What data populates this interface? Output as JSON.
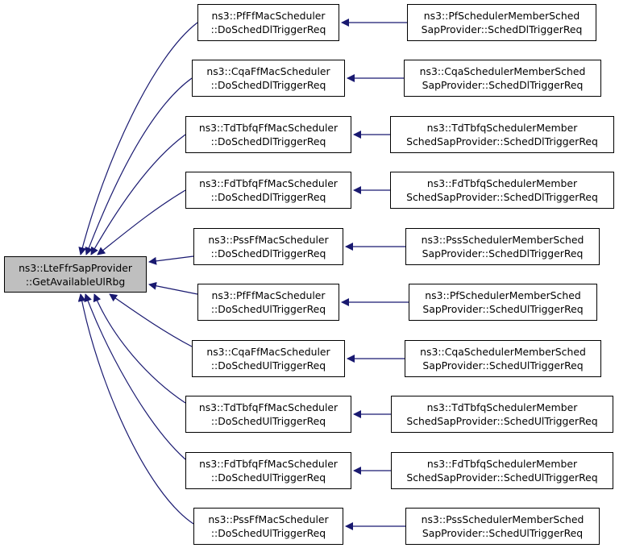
{
  "colors": {
    "edge": "#191970",
    "root_fill": "#bfbfbf",
    "node_fill": "#ffffff",
    "border": "#000000"
  },
  "root": {
    "line1": "ns3::LteFfrSapProvider",
    "line2": "::GetAvailableUlRbg"
  },
  "callers": [
    {
      "line1": "ns3::PfFfMacScheduler",
      "line2": "::DoSchedDlTriggerReq"
    },
    {
      "line1": "ns3::CqaFfMacScheduler",
      "line2": "::DoSchedDlTriggerReq"
    },
    {
      "line1": "ns3::TdTbfqFfMacScheduler",
      "line2": "::DoSchedDlTriggerReq"
    },
    {
      "line1": "ns3::FdTbfqFfMacScheduler",
      "line2": "::DoSchedDlTriggerReq"
    },
    {
      "line1": "ns3::PssFfMacScheduler",
      "line2": "::DoSchedDlTriggerReq"
    },
    {
      "line1": "ns3::PfFfMacScheduler",
      "line2": "::DoSchedUlTriggerReq"
    },
    {
      "line1": "ns3::CqaFfMacScheduler",
      "line2": "::DoSchedUlTriggerReq"
    },
    {
      "line1": "ns3::TdTbfqFfMacScheduler",
      "line2": "::DoSchedUlTriggerReq"
    },
    {
      "line1": "ns3::FdTbfqFfMacScheduler",
      "line2": "::DoSchedUlTriggerReq"
    },
    {
      "line1": "ns3::PssFfMacScheduler",
      "line2": "::DoSchedUlTriggerReq"
    }
  ],
  "sap_callers": [
    {
      "line1": "ns3::PfSchedulerMemberSched",
      "line2": "SapProvider::SchedDlTriggerReq"
    },
    {
      "line1": "ns3::CqaSchedulerMemberSched",
      "line2": "SapProvider::SchedDlTriggerReq"
    },
    {
      "line1": "ns3::TdTbfqSchedulerMember",
      "line2": "SchedSapProvider::SchedDlTriggerReq"
    },
    {
      "line1": "ns3::FdTbfqSchedulerMember",
      "line2": "SchedSapProvider::SchedDlTriggerReq"
    },
    {
      "line1": "ns3::PssSchedulerMemberSched",
      "line2": "SapProvider::SchedDlTriggerReq"
    },
    {
      "line1": "ns3::PfSchedulerMemberSched",
      "line2": "SapProvider::SchedUlTriggerReq"
    },
    {
      "line1": "ns3::CqaSchedulerMemberSched",
      "line2": "SapProvider::SchedUlTriggerReq"
    },
    {
      "line1": "ns3::TdTbfqSchedulerMember",
      "line2": "SchedSapProvider::SchedUlTriggerReq"
    },
    {
      "line1": "ns3::FdTbfqSchedulerMember",
      "line2": "SchedSapProvider::SchedUlTriggerReq"
    },
    {
      "line1": "ns3::PssSchedulerMemberSched",
      "line2": "SapProvider::SchedUlTriggerReq"
    }
  ]
}
